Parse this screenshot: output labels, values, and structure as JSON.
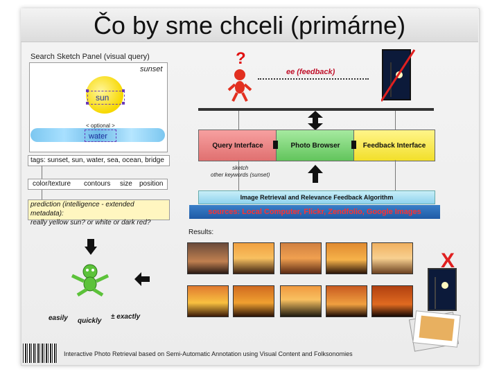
{
  "slide": {
    "title": "Čo by sme chceli (primárne)",
    "footer": "Interactive Photo Retrieval based on Semi-Automatic Annotation using Visual Content and Folksonomies"
  },
  "sketch_panel": {
    "title": "Search Sketch Panel (visual query)",
    "sunset_label": "sunset",
    "sun_label": "sun",
    "optional_label": "< optional >",
    "water_label": "water"
  },
  "rows": {
    "tags": "tags: sunset, sun, water, sea, ocean, bridge",
    "color_texture": "color/texture",
    "contours": "contours",
    "size": "size",
    "position": "position",
    "prediction_line1": "prediction (intelligence - extended metadata):",
    "prediction_line2": "really yellow sun? or white or dark red?"
  },
  "diagram": {
    "feedback": "ee (feedback)",
    "query_interface": "Query Interface",
    "photo_browser": "Photo Browser",
    "feedback_interface": "Feedback Interface",
    "sketch_keywords_1": "sketch",
    "sketch_keywords_2": "other keywords (sunset)",
    "algorithm": "Image Retrieval and Relevance Feedback Algorithm",
    "sources": "sources: Local Computer, Flickr, Zendfolio, Google Images",
    "results": "Results:",
    "reject_mark": "X"
  },
  "captions": {
    "easily": "easily",
    "quickly": "quickly",
    "exactly": "± exactly"
  },
  "icons": [
    "question-mark-icon",
    "red-character-icon",
    "green-character-icon",
    "lamp-icon",
    "arrow-icon",
    "barcode-icon"
  ],
  "colors": {
    "query_interface": "#e07070",
    "photo_browser": "#62c45c",
    "feedback_interface": "#f2df2a",
    "sources_bg": "#1f5aa6",
    "sources_text": "#ff3030",
    "reject": "#e02020"
  }
}
